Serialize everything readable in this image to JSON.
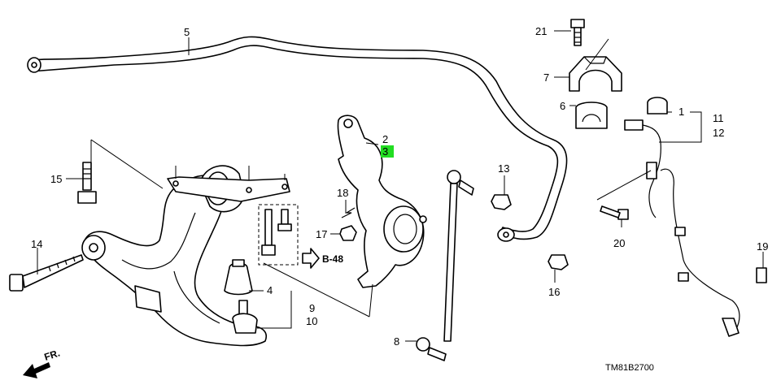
{
  "diagram": {
    "callouts": [
      {
        "id": "c1",
        "label": "1"
      },
      {
        "id": "c2",
        "label": "2"
      },
      {
        "id": "c3",
        "label": "3"
      },
      {
        "id": "c4",
        "label": "4"
      },
      {
        "id": "c5",
        "label": "5"
      },
      {
        "id": "c6",
        "label": "6"
      },
      {
        "id": "c7",
        "label": "7"
      },
      {
        "id": "c8",
        "label": "8"
      },
      {
        "id": "c9",
        "label": "9"
      },
      {
        "id": "c10",
        "label": "10"
      },
      {
        "id": "c11",
        "label": "11"
      },
      {
        "id": "c12",
        "label": "12"
      },
      {
        "id": "c13",
        "label": "13"
      },
      {
        "id": "c14",
        "label": "14"
      },
      {
        "id": "c15",
        "label": "15"
      },
      {
        "id": "c16",
        "label": "16"
      },
      {
        "id": "c17",
        "label": "17"
      },
      {
        "id": "c18",
        "label": "18"
      },
      {
        "id": "c19",
        "label": "19"
      },
      {
        "id": "c20",
        "label": "20"
      },
      {
        "id": "c21",
        "label": "21"
      }
    ],
    "highlight_color": "#22dd22",
    "reference_label": "B-48",
    "front_label": "FR.",
    "drawing_code": "TM81B2700"
  }
}
